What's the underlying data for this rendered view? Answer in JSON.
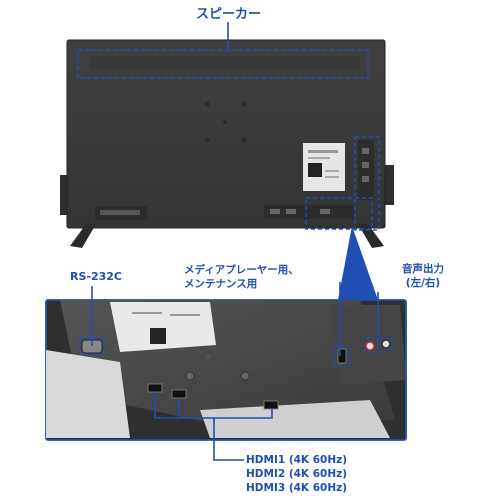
{
  "labels": {
    "speaker": "スピーカー",
    "rs232c": "RS-232C",
    "media_line1": "メディアプレーヤー用、",
    "media_line2": "メンテナンス用",
    "audio_line1": "音声出力",
    "audio_line2": "(左/右)",
    "hdmi_ports": [
      "HDMI1 (4K 60Hz)",
      "HDMI2 (4K 60Hz)",
      "HDMI3 (4K 60Hz)"
    ]
  },
  "colors": {
    "accent": "#1f4fb3",
    "tv_body": "#3a3a3a",
    "tv_edge": "#2a2a2a",
    "panel_gray": "#4a4a4a",
    "port_label_bg": "#d8d8d8"
  }
}
